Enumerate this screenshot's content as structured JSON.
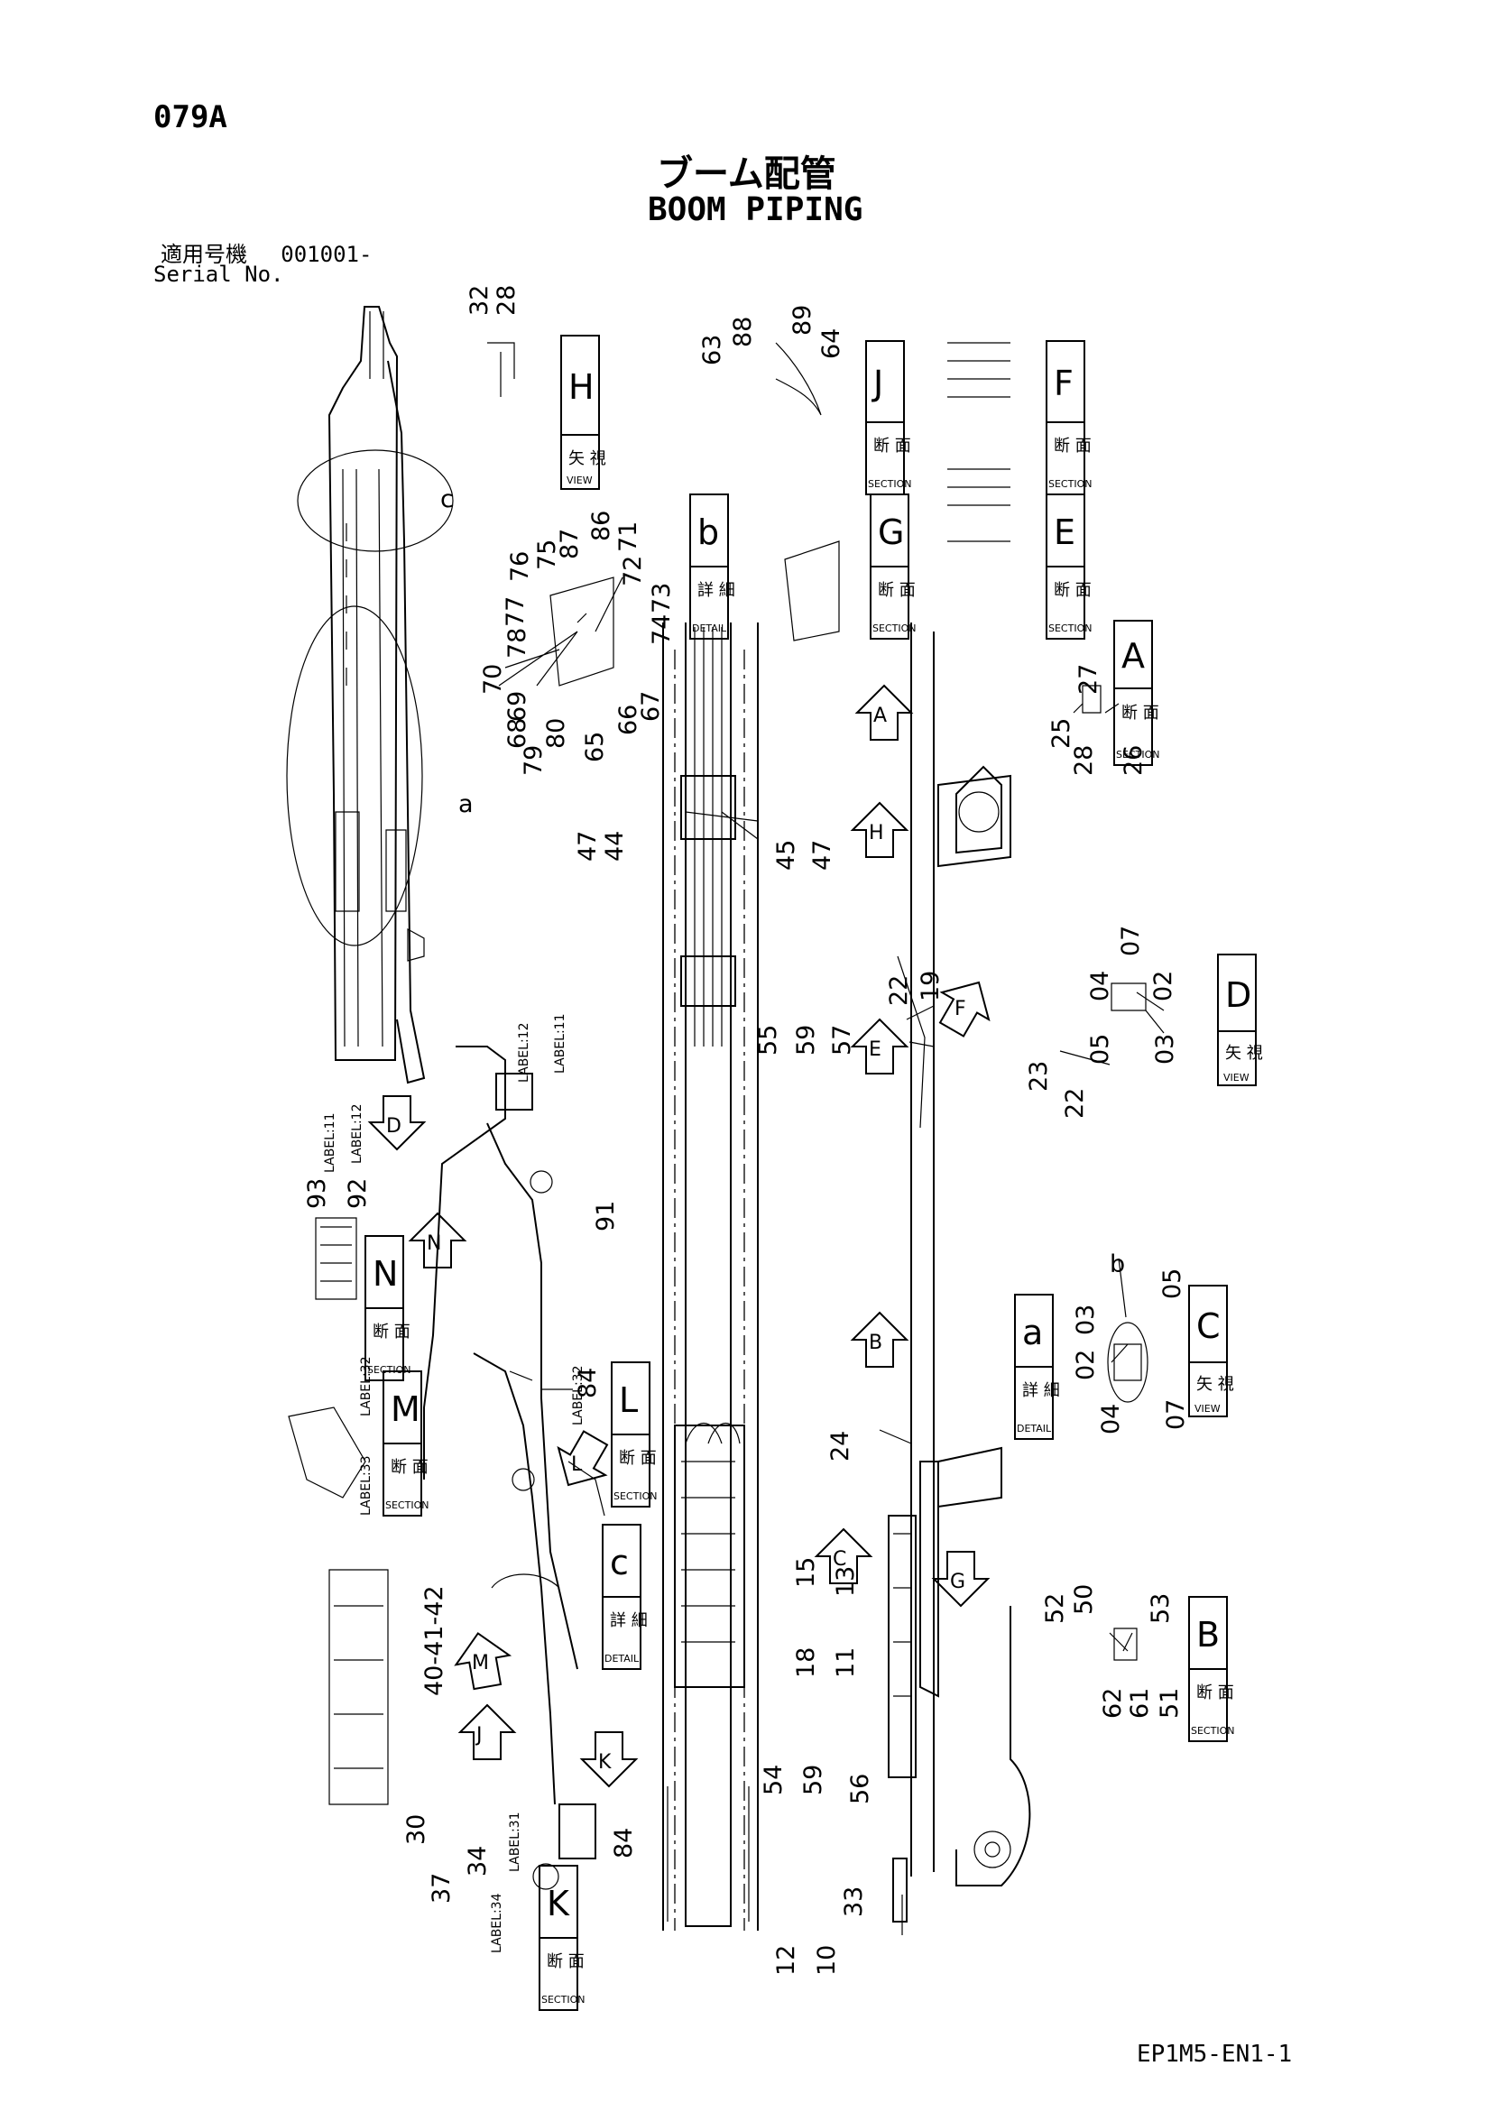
{
  "header": {
    "page_code": "079A",
    "title_jp": "ブーム配管",
    "title_en": "BOOM PIPING",
    "serial_label_jp": "適用号機",
    "serial_value": "001001-",
    "serial_label_en": "Serial No."
  },
  "footer": {
    "code": "EP1M5-EN1-1"
  },
  "views": [
    {
      "letter": "H",
      "jp": "矢 視",
      "kind": "VIEW"
    },
    {
      "letter": "J",
      "jp": "断 面",
      "kind": "SECTION"
    },
    {
      "letter": "F",
      "jp": "断 面",
      "kind": "SECTION"
    },
    {
      "letter": "G",
      "jp": "断 面",
      "kind": "SECTION"
    },
    {
      "letter": "E",
      "jp": "断 面",
      "kind": "SECTION"
    },
    {
      "letter": "b",
      "jp": "詳 細",
      "kind": "DETAIL"
    },
    {
      "letter": "A",
      "jp": "断 面",
      "kind": "SECTION"
    },
    {
      "letter": "D",
      "jp": "矢 視",
      "kind": "VIEW"
    },
    {
      "letter": "N",
      "jp": "断 面",
      "kind": "SECTION"
    },
    {
      "letter": "a",
      "jp": "詳 細",
      "kind": "DETAIL"
    },
    {
      "letter": "C",
      "jp": "矢 視",
      "kind": "VIEW"
    },
    {
      "letter": "M",
      "jp": "断 面",
      "kind": "SECTION"
    },
    {
      "letter": "L",
      "jp": "断 面",
      "kind": "SECTION"
    },
    {
      "letter": "c",
      "jp": "詳 細",
      "kind": "DETAIL"
    },
    {
      "letter": "B",
      "jp": "断 面",
      "kind": "SECTION"
    },
    {
      "letter": "K",
      "jp": "断 面",
      "kind": "SECTION"
    }
  ],
  "arrows": [
    "D",
    "A",
    "H",
    "F",
    "E",
    "N",
    "B",
    "C",
    "G",
    "M",
    "J",
    "L",
    "K"
  ],
  "circle_labels": [
    "a",
    "c",
    "b"
  ],
  "part_numbers": [
    "32",
    "28",
    "63",
    "88",
    "89",
    "64",
    "76",
    "75",
    "87",
    "86",
    "71",
    "77",
    "72",
    "78",
    "73",
    "74",
    "70",
    "69",
    "68",
    "80",
    "79",
    "65",
    "66",
    "67",
    "47",
    "44",
    "45",
    "47",
    "27",
    "25",
    "28",
    "26",
    "55",
    "59",
    "57",
    "22",
    "19",
    "23",
    "22",
    "07",
    "04",
    "02",
    "05",
    "03",
    "93",
    "92",
    "91",
    "05",
    "03",
    "02",
    "04",
    "07",
    "84",
    "24",
    "15",
    "13",
    "18",
    "11",
    "40-41-42",
    "54",
    "59",
    "56",
    "52",
    "50",
    "53",
    "62",
    "61",
    "51",
    "33",
    "12",
    "10",
    "30",
    "37",
    "34",
    "84"
  ],
  "tags": {
    "label_11": "LABEL:11",
    "label_12": "LABEL:12",
    "label_31": "LABEL:31",
    "label_32": "LABEL:32",
    "label_33": "LABEL:33",
    "label_34": "LABEL:34"
  }
}
